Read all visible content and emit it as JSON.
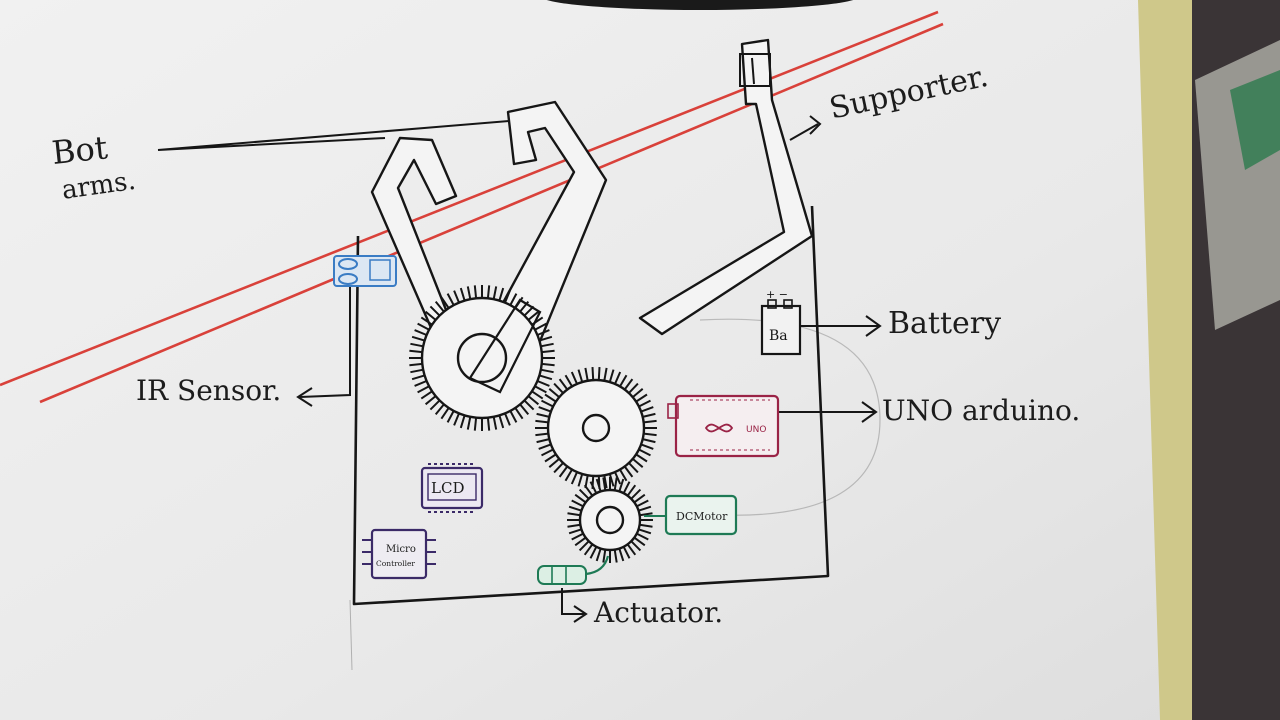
{
  "labels": {
    "bot_arms_line1": "Bot",
    "bot_arms_line2": "arms.",
    "supporter": "Supporter.",
    "battery": "Battery",
    "uno_arduino": "UNO arduino.",
    "ir_sensor": "IR Sensor.",
    "actuator": "Actuator."
  },
  "components": {
    "battery_chip": "Ba",
    "battery_terminals": "+ −",
    "uno_chip": "UNO",
    "lcd_chip": "LCD",
    "dc_motor_chip": "DCMotor",
    "micro_chip_line1": "Micro",
    "micro_chip_line2": "Controller"
  },
  "colors": {
    "paper": "#eeeeee",
    "ink": "#161616",
    "rail": "#d9413a",
    "ir_blue": "#3a7cc4",
    "uno_crimson": "#9a2346",
    "lcd_purple": "#3b2a68",
    "motor_green": "#1e7a55"
  }
}
